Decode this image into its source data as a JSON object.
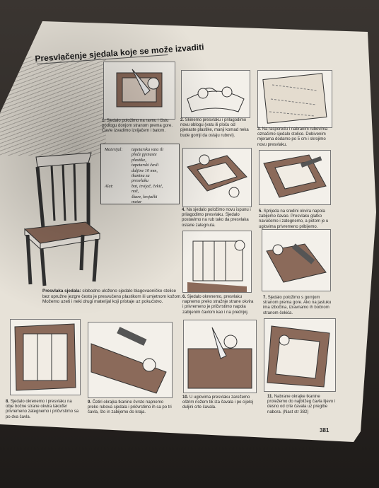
{
  "heading": "Presvlačenje sjedala koje se može izvaditi",
  "materials": {
    "material_label": "Materijal:",
    "material_items": [
      "tapetarska vata ili",
      "ploče pjenaste",
      "plastike,",
      "tapetarski čavli",
      "duljine 10 mm,",
      "tkanina za",
      "presvlaku"
    ],
    "tools_label": "Alat:",
    "tools_items": [
      "bat, izvijač, čekić,",
      "nož,",
      "škare, krojački",
      "metar"
    ]
  },
  "chair_caption": {
    "bold": "Presvlaka sjedala:",
    "text": "slobodno uloženo sjedalo blagovaoničke stolice bez opružne jezgre često je presvučeno plastikom ili umjetnom kožom. Možemo uzeti i neki drugi materijal koji pristaje uz pokućstvo."
  },
  "steps": [
    {
      "num": "1.",
      "text": "Sjedalo položimo na ravnu i čistu podlogu donjom stranom prema gore. Čavle izvadimo izvijačem i batom."
    },
    {
      "num": "2.",
      "text": "Skinemo presvlaku i prilagodimo novu oblogu (vatu ili ploču od pjenaste plastike, manji komad neka bude gornji da ostaju rubovi)."
    },
    {
      "num": "3.",
      "text": "Na rasporedu i nabranim rubovima označimo sjedalo stolice. Dobivenim mjerama dodamo po 5 cm i skrojimo novu presvlaku."
    },
    {
      "num": "4.",
      "text": "Na sjedalo položimo novu ispunu i prilagodimo presvlaku. Sjedalo postavimo na rub tako da presvlaka ostane zategnuta."
    },
    {
      "num": "5.",
      "text": "Sprijeda na sredini okvira napola zabijemo čavao. Presvlaku glatko navučemo i zategnemo, a potom je u uglovima privremeno pribijemo."
    },
    {
      "num": "6.",
      "text": "Sjedalo okrenemo, presvlaku napnemo preko stražnje strane okvira i privremeno je pričvrstimo napola zabijenim čavlom kao i na prednjoj."
    },
    {
      "num": "7.",
      "text": "Sjedalo položimo s gornjom stranom prema gore. Ako na jastuku ima izbočina, izravnamo ih bočnom stranom čekića."
    },
    {
      "num": "8.",
      "text": "Sjedalo okrenemo i presvlaku na obje bočne strane okvira također privremeno zategnemo i pričvrstimo sa po dva čavla."
    },
    {
      "num": "9.",
      "text": "Četiri okrajka tkanine čvrsto napnemo preko rubova sjedala i pričvrstimo ih sa po tri čavla, što in zabijemo do kraja."
    },
    {
      "num": "10.",
      "text": "U uglovima presvlaku zarežemo oštrim nožem tik iza čavala i po cijeloj duljini crte čavala."
    },
    {
      "num": "11.",
      "text": "Nabrane okrajke tkanine protežemo do najbližeg čavla lijevo i desno od crte čavala uz pregibe nabora. (Nast str 382)"
    }
  ],
  "page_number": "381"
}
